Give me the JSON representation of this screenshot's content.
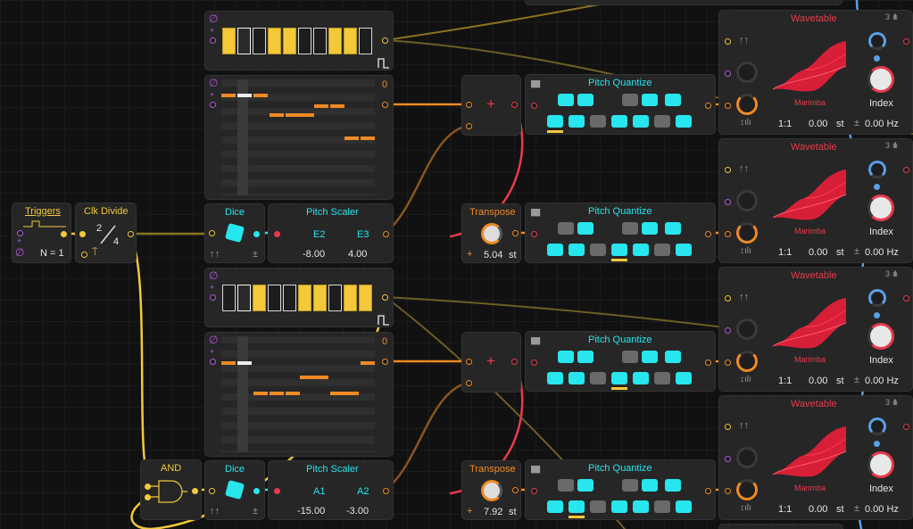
{
  "triggers": {
    "title": "Triggers",
    "count": "N = 1",
    "reset_icon": "empty-set-icon"
  },
  "clk_divide": {
    "title": "Clk Divide",
    "top": "2",
    "bottom": "4"
  },
  "and_gate": {
    "title": "AND"
  },
  "dice": [
    {
      "title": "Dice"
    },
    {
      "title": "Dice"
    }
  ],
  "pitch_scaler": [
    {
      "title": "Pitch Scaler",
      "low": "E2",
      "high": "E3",
      "low_val": "-8.00",
      "high_val": "4.00"
    },
    {
      "title": "Pitch Scaler",
      "low": "A1",
      "high": "A2",
      "low_val": "-15.00",
      "high_val": "-3.00"
    }
  ],
  "seq_top_counter": "0",
  "seq_bottom_counter": "0",
  "step_seq1": {
    "levels": [
      1,
      0,
      0,
      1,
      1,
      0,
      0,
      1,
      1,
      0
    ]
  },
  "step_seq2": {
    "levels": [
      0,
      0,
      1,
      0,
      0,
      1,
      1,
      0,
      1,
      1
    ]
  },
  "transpose": [
    {
      "title": "Transpose",
      "value": "5.04",
      "unit": "st",
      "plus": "+"
    },
    {
      "title": "Transpose",
      "value": "7.92",
      "unit": "st",
      "plus": "+"
    }
  ],
  "adder_symbol": "+",
  "pitch_quantize": [
    {
      "title": "Pitch Quantize",
      "top": [
        1,
        0,
        1,
        1
      ],
      "bottom": [
        1,
        1,
        0,
        1,
        1,
        0,
        1
      ],
      "marker": 0
    },
    {
      "title": "Pitch Quantize",
      "top": [
        0,
        1,
        0,
        1,
        1
      ],
      "bottom": [
        1,
        1,
        0,
        1,
        1,
        0,
        1
      ],
      "marker": 3
    },
    {
      "title": "Pitch Quantize",
      "top": [
        1,
        1,
        0,
        1,
        1
      ],
      "bottom": [
        1,
        1,
        0,
        1,
        1,
        0,
        1
      ],
      "marker": 3
    },
    {
      "title": "Pitch Quantize",
      "top": [
        0,
        1,
        0,
        1,
        1
      ],
      "bottom": [
        1,
        1,
        0,
        1,
        1,
        0,
        1
      ],
      "marker": 1
    }
  ],
  "wavetable": [
    {
      "title": "Wavetable",
      "preset": "Marimba",
      "ratio": "1:1",
      "fine": "0.00",
      "unit": "st",
      "hz": "0.00 Hz",
      "index_label": "Index",
      "voices": "3"
    },
    {
      "title": "Wavetable",
      "preset": "Marimba",
      "ratio": "1:1",
      "fine": "0.00",
      "unit": "st",
      "hz": "0.00 Hz",
      "index_label": "Index",
      "voices": "3"
    },
    {
      "title": "Wavetable",
      "preset": "Marimba",
      "ratio": "1:1",
      "fine": "0.00",
      "unit": "st",
      "hz": "0.00 Hz",
      "index_label": "Index",
      "voices": "3"
    },
    {
      "title": "Wavetable",
      "preset": "Marimba",
      "ratio": "1:1",
      "fine": "0.00",
      "unit": "st",
      "hz": "0.00 Hz",
      "index_label": "Index",
      "voices": "3"
    }
  ],
  "misc": {
    "plus_minus": "±",
    "plus": "+"
  },
  "colors": {
    "yellow": "#f3c93a",
    "cyan": "#27e6ee",
    "orange": "#f08a23",
    "red": "#e83a4c",
    "blue": "#5aa0e6",
    "purple": "#b45adc"
  }
}
